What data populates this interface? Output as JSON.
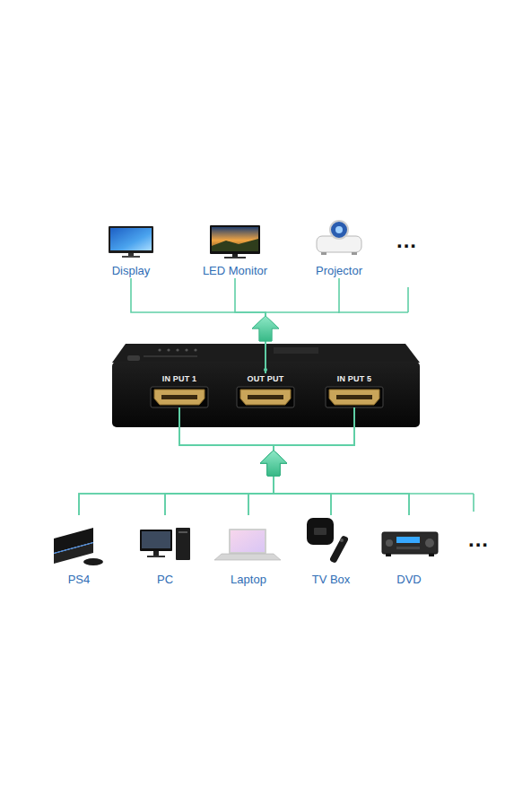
{
  "diagram": {
    "nodes": [
      {
        "text": [
          "Display"
        ]
      },
      {
        "text": [
          "LED Monitor"
        ]
      },
      {
        "text": [
          "Projector"
        ]
      },
      {
        "text": [
          "IN PUT 1"
        ]
      },
      {
        "text": [
          "OUT PUT"
        ]
      },
      {
        "text": [
          "IN PUT 5"
        ]
      },
      {
        "text": [
          "PS4"
        ]
      },
      {
        "text": [
          "PC"
        ]
      },
      {
        "text": [
          "Laptop"
        ]
      },
      {
        "text": [
          "TV Box"
        ]
      },
      {
        "text": [
          "DVD"
        ]
      }
    ],
    "edges": [
      {
        "from": 4,
        "to": 0,
        "arrow": "to"
      },
      {
        "from": 4,
        "to": 1,
        "arrow": "to"
      },
      {
        "from": 4,
        "to": 2,
        "arrow": "to"
      },
      {
        "from": 6,
        "to": 3,
        "arrow": "to"
      },
      {
        "from": 6,
        "to": 5,
        "arrow": "to"
      },
      {
        "from": 7,
        "to": 3,
        "arrow": "to"
      },
      {
        "from": 7,
        "to": 5,
        "arrow": "to"
      },
      {
        "from": 8,
        "to": 3,
        "arrow": "to"
      },
      {
        "from": 8,
        "to": 5,
        "arrow": "to"
      },
      {
        "from": 9,
        "to": 3,
        "arrow": "to"
      },
      {
        "from": 9,
        "to": 5,
        "arrow": "to"
      },
      {
        "from": 10,
        "to": 3,
        "arrow": "to"
      },
      {
        "from": 10,
        "to": 5,
        "arrow": "to"
      }
    ],
    "labels": [
      "...",
      "..."
    ]
  }
}
